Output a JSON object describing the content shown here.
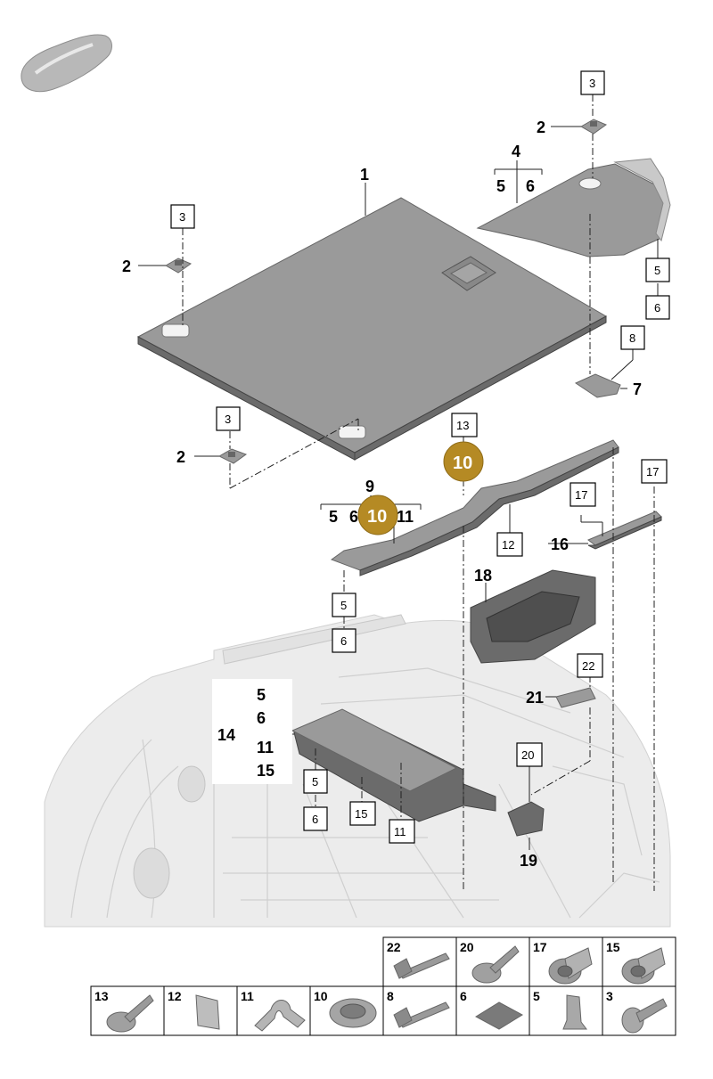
{
  "callouts": {
    "c1": "1",
    "c2a": "2",
    "c2b": "2",
    "c2c": "2",
    "c3a": "3",
    "c3b": "3",
    "c3c": "3",
    "c4": "4",
    "c4_5": "5",
    "c4_6": "6",
    "c5a": "5",
    "c6a": "6",
    "c7": "7",
    "c8": "8",
    "c9": "9",
    "c9_5": "5",
    "c9_6": "6",
    "c9_11": "11",
    "c10a": "10",
    "c10b": "10",
    "c12": "12",
    "c13": "13",
    "c5b": "5",
    "c6b": "6",
    "c14": "14",
    "c14_5": "5",
    "c14_6": "6",
    "c14_11": "11",
    "c14_15": "15",
    "c5c": "5",
    "c6c": "6",
    "c15": "15",
    "c11": "11",
    "c16": "16",
    "c17a": "17",
    "c17b": "17",
    "c18": "18",
    "c19": "19",
    "c20": "20",
    "c21": "21",
    "c22": "22"
  },
  "legend_row1": [
    "22",
    "20",
    "17",
    "15"
  ],
  "legend_row2": [
    "13",
    "12",
    "11",
    "10",
    "8",
    "6",
    "5",
    "3"
  ],
  "colors": {
    "highlight": "#b58a24",
    "part": "#9a9a9a",
    "body": "#ececec"
  },
  "icons": [
    "car-silhouette-icon"
  ]
}
